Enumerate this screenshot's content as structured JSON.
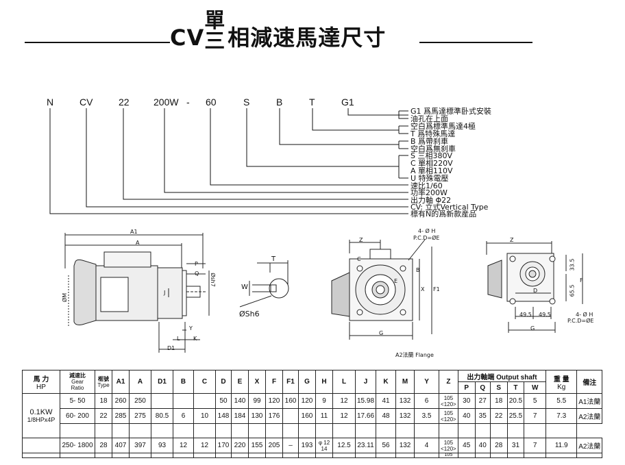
{
  "title": {
    "prefix": "CV",
    "stack_top": "單",
    "stack_bottom": "三",
    "rest": "相減速馬達尺寸"
  },
  "model_codes": [
    "N",
    "CV",
    "22",
    "200W",
    "-",
    "60",
    "S",
    "B",
    "T",
    "G1"
  ],
  "legend": [
    "G1 爲馬達標準卧式安裝",
    "油孔在上面",
    "空白爲標準馬達4極",
    "T 爲特殊馬達",
    "B  爲帶刹車",
    "空白爲無刹車",
    "S  三相380V",
    "C  單相220V",
    "A  單相110V",
    "U  特殊電壓",
    "速比1/60",
    "功率200W",
    "出力軸 Φ22",
    "CV: 立式Vertical Type",
    "標有N的爲新款産品"
  ],
  "drawing_labels": {
    "a1": "A1",
    "a": "A",
    "p": "P",
    "q": "Q",
    "phi_m": "ØM",
    "j": "J",
    "phi_sh7": "Øsh7",
    "y": "Y",
    "l": "L",
    "k": "K",
    "d1": "D1",
    "t": "T",
    "w": "W",
    "phi_sh6": "ØSh6",
    "z": "Z",
    "c": "C",
    "b": "B",
    "e": "E",
    "x": "X",
    "f1": "F1",
    "g": "G",
    "hole1": "4- Ø H",
    "pcd1": "P.C.D=ØE",
    "z2": "Z",
    "d": "D",
    "f": "F",
    "g2": "G",
    "dim_33_5": "33.5",
    "dim_65_5": "65.5",
    "dim_49_5a": "49.5",
    "dim_49_5b": "49.5",
    "hole2": "4- Ø H",
    "pcd2": "P.C.D=ØE",
    "flange_caption": "A2法蘭 Flange"
  },
  "table": {
    "headers": {
      "motor": "馬   力",
      "motor_sub": "HP",
      "ratio": "減速比",
      "ratio_en1": "Gear",
      "ratio_en2": "Ratio",
      "type": "框號",
      "type_en": "Type",
      "cols": [
        "A1",
        "A",
        "D1",
        "B",
        "C",
        "D",
        "E",
        "X",
        "F",
        "F1",
        "G",
        "H",
        "L",
        "J",
        "K",
        "M",
        "Y",
        "Z"
      ],
      "shaft": "出力軸端 Output shaft",
      "shaft_cols": [
        "P",
        "Q",
        "S",
        "T",
        "W"
      ],
      "weight": "重   量",
      "weight_unit": "Kg",
      "note": "備注"
    },
    "motor_cell": {
      "line1": "0.1KW",
      "line2": "1/8HPx4P"
    },
    "rows": [
      {
        "ratio": "5- 50",
        "type": "18",
        "A1": "260",
        "A": "250",
        "D1": "",
        "B": "",
        "C": "",
        "D": "50",
        "E": "140",
        "X": "99",
        "F": "120",
        "F1": "160",
        "G": "120",
        "H": "9",
        "L": "12",
        "J": "15.98",
        "K": "41",
        "M": "132",
        "Y": "6",
        "Z1": "105",
        "Z2": "<120>",
        "P": "30",
        "Q": "27",
        "S": "18",
        "T": "20.5",
        "W": "5",
        "Kg": "5.5",
        "note": "A1法蘭"
      },
      {
        "ratio": "60- 200",
        "type": "22",
        "A1": "285",
        "A": "275",
        "D1": "80.5",
        "B": "6",
        "C": "10",
        "D": "148",
        "E": "184",
        "X": "130",
        "F": "176",
        "F1": "",
        "G": "160",
        "H": "11",
        "L": "12",
        "J": "17.66",
        "K": "48",
        "M": "132",
        "Y": "3.5",
        "Z1": "105",
        "Z2": "<120>",
        "P": "40",
        "Q": "35",
        "S": "22",
        "T": "25.5",
        "W": "7",
        "Kg": "7.3",
        "note": "A2法蘭"
      },
      {
        "ratio": "250- 1800",
        "type": "28",
        "A1": "407",
        "A": "397",
        "D1": "93",
        "B": "12",
        "C": "12",
        "D": "170",
        "E": "220",
        "X": "155",
        "F": "205",
        "F1": "–",
        "G": "193",
        "H1": "φ 12",
        "H2": "14",
        "L": "12.5",
        "J": "23.11",
        "K": "56",
        "M": "132",
        "Y": "4",
        "Z1": "105",
        "Z2": "<120>",
        "P": "45",
        "Q": "40",
        "S": "28",
        "T": "31",
        "W": "7",
        "Kg": "11.9",
        "note": "A2法蘭"
      }
    ],
    "cut_row_z": "105"
  }
}
